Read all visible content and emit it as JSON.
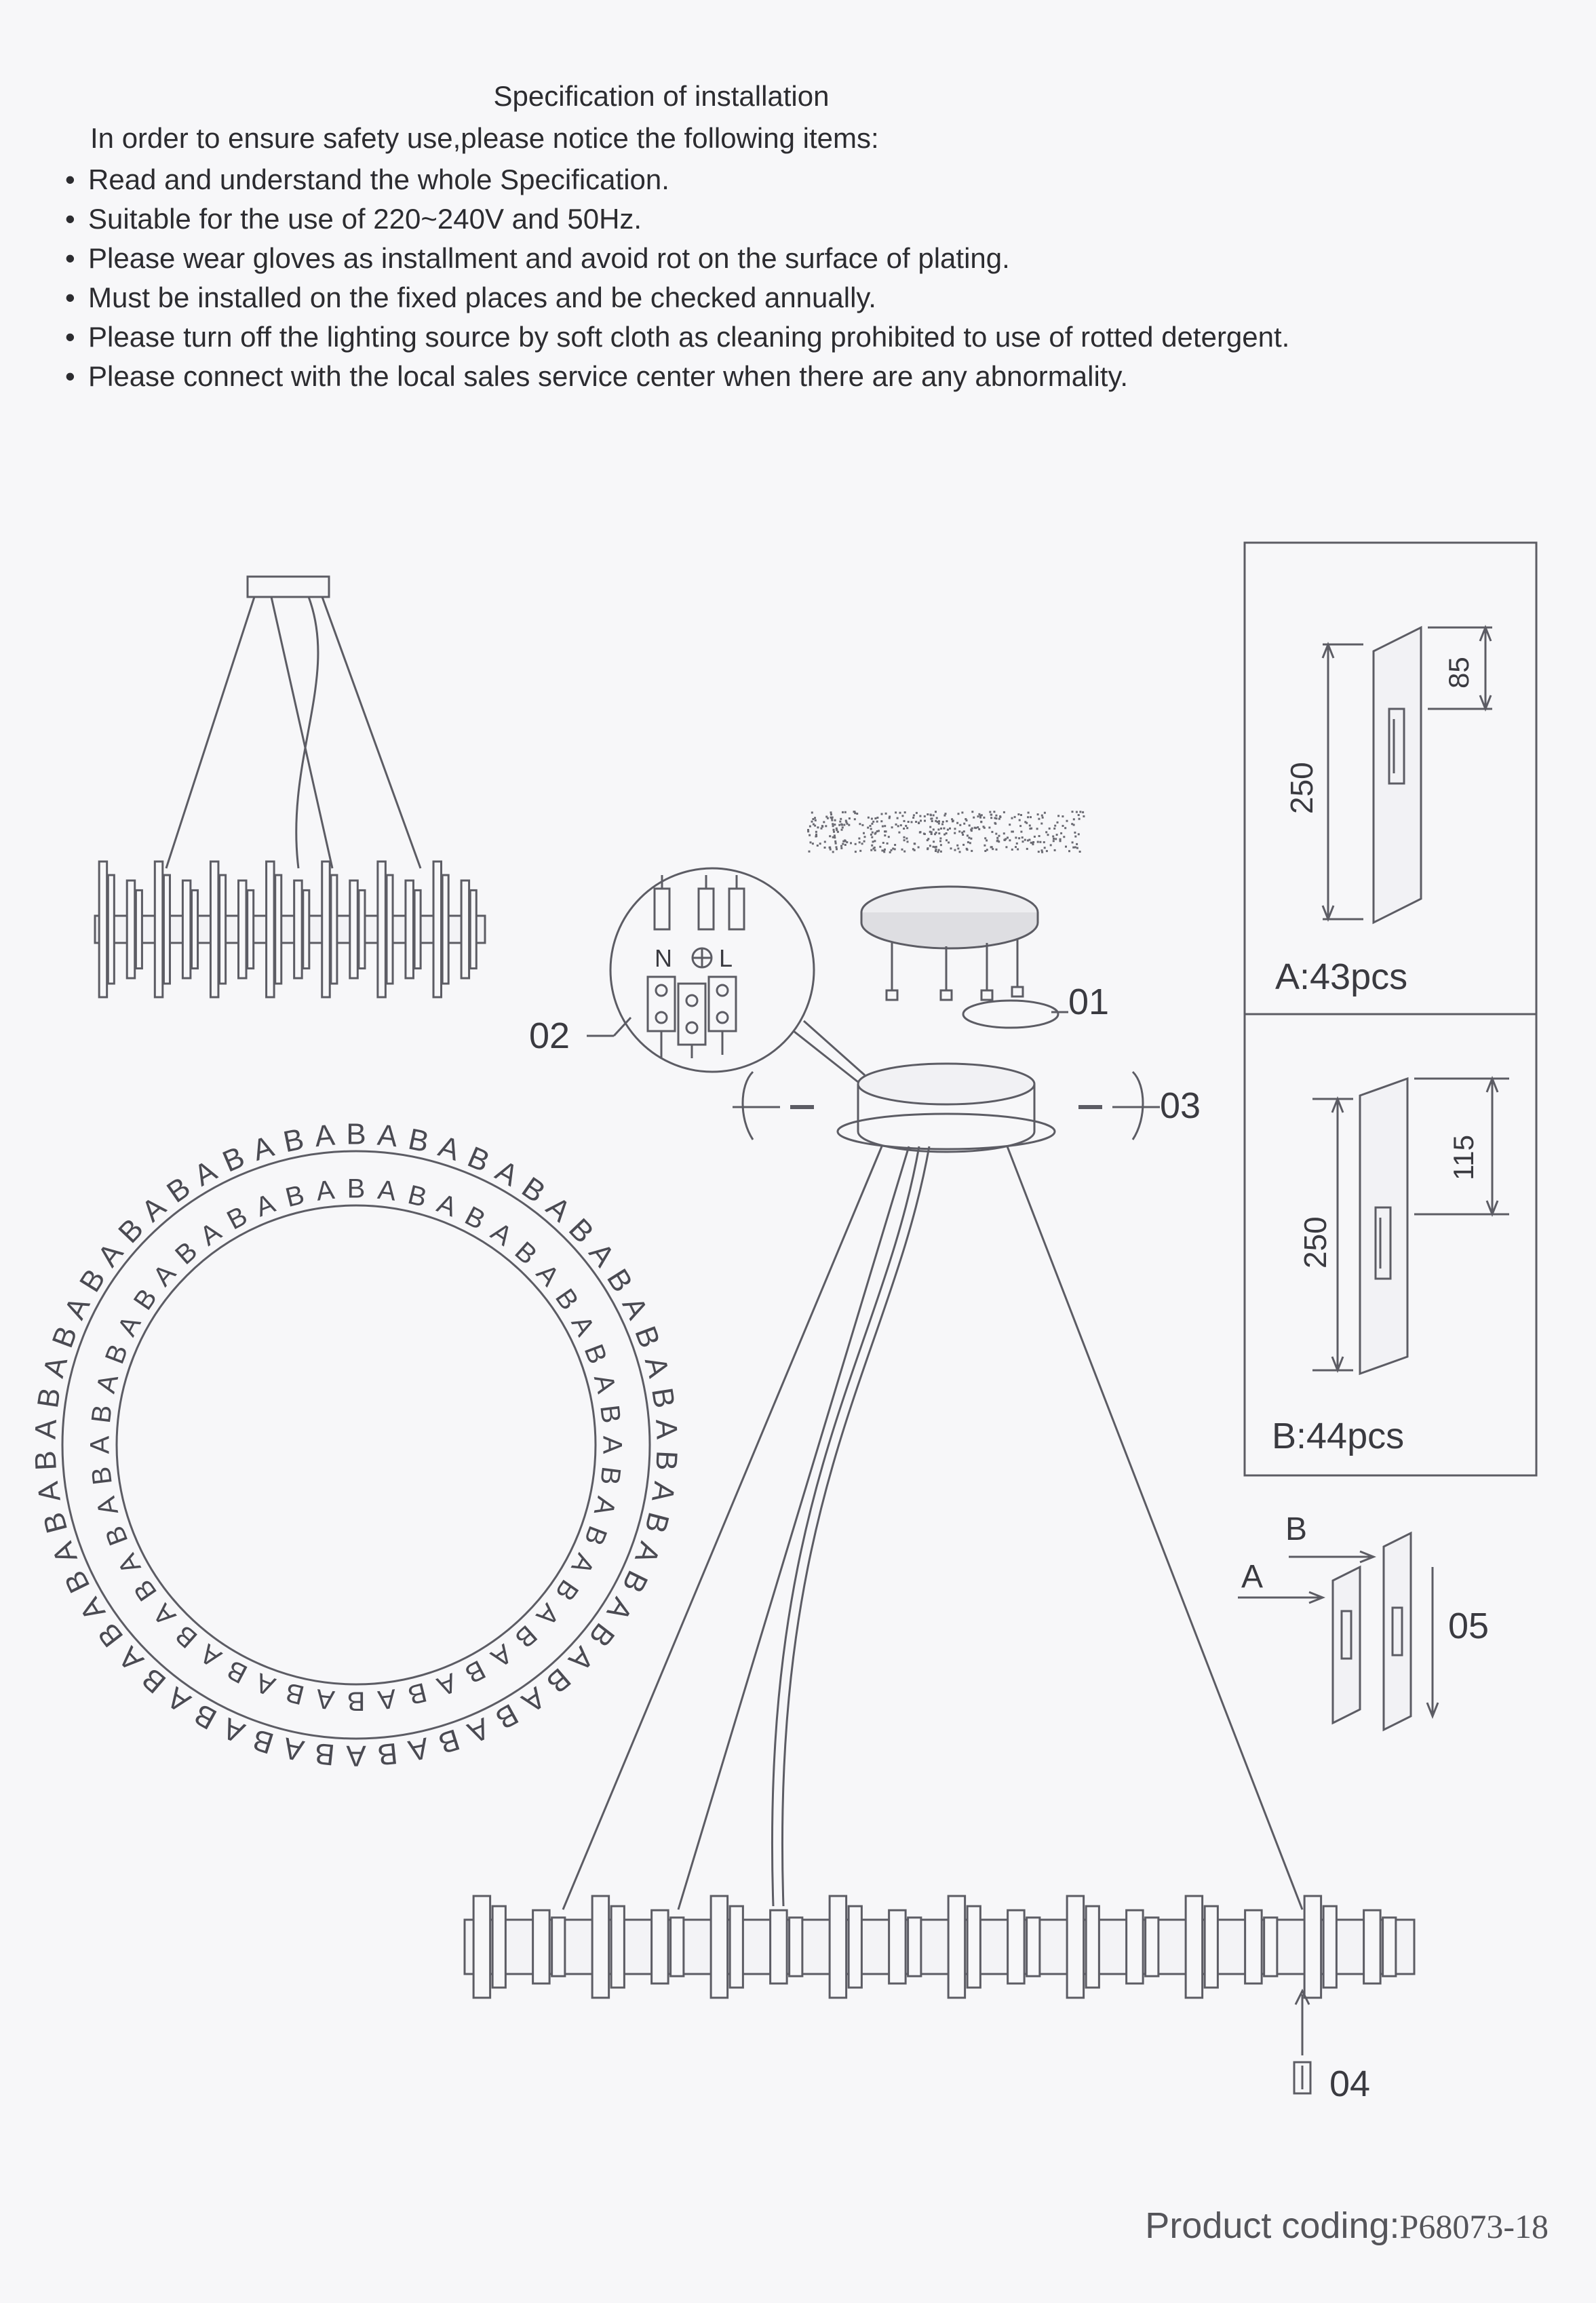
{
  "header": {
    "title": "Specification of installation",
    "intro": "In order to ensure safety use,please notice the following items:"
  },
  "notices": [
    "Read and understand the whole Specification.",
    "Suitable for the use of 220~240V and 50Hz.",
    "Please wear gloves as installment and avoid rot on the surface of plating.",
    "Must be installed on the fixed places and be checked annually.",
    "Please turn off the lighting source by soft cloth as cleaning prohibited to use of rotted detergent.",
    "Please connect with the local sales service center when there are any abnormality."
  ],
  "terminal": {
    "n": "N",
    "l": "L"
  },
  "callouts": {
    "p01": "01",
    "p02": "02",
    "p03": "03",
    "p04": "04",
    "p05": "05"
  },
  "panel_a": {
    "height": "250",
    "slot": "85",
    "label": "A:43pcs"
  },
  "panel_b": {
    "height": "250",
    "slot": "115",
    "label": "B:44pcs"
  },
  "assembly": {
    "a": "A",
    "b": "B"
  },
  "ring": {
    "pattern": "BA"
  },
  "footer": {
    "label": "Product coding:",
    "code": "P68073-18"
  }
}
